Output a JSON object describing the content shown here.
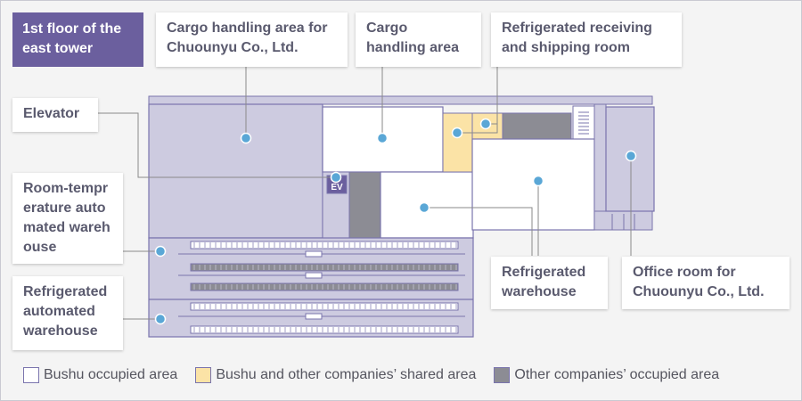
{
  "title": "1st floor of the east tower",
  "labels": {
    "elevator": "Elevator",
    "cargo_chuounyu": "Cargo handling area for Chuounyu Co., Ltd.",
    "cargo": "Cargo handling area",
    "refrigerated_receiving": "Refrigerated receiving and shipping room",
    "room_temp_warehouse": "Room-temprerature automated warehouse",
    "refrigerated_auto_warehouse": "Refrigerated automated warehouse",
    "refrigerated_warehouse": "Refrigerated warehouse",
    "office_room": "Office room for Chuounyu Co., Ltd.",
    "ev": "EV"
  },
  "legend": [
    {
      "label": "Bushu occupied area",
      "color": "#ffffff"
    },
    {
      "label": "Bushu and other companies’ shared area",
      "color": "#fbe3a6"
    },
    {
      "label": "Other companies’ occupied area",
      "color": "#8c8c94"
    }
  ],
  "colors": {
    "title_bg": "#6b5f9e",
    "occupied_purple": "#cdcbe0",
    "outline": "#7a74ad",
    "shared": "#fbe3a6",
    "other": "#8c8c94",
    "marker": "#5aa7d6",
    "leader": "#8a8a8a"
  }
}
